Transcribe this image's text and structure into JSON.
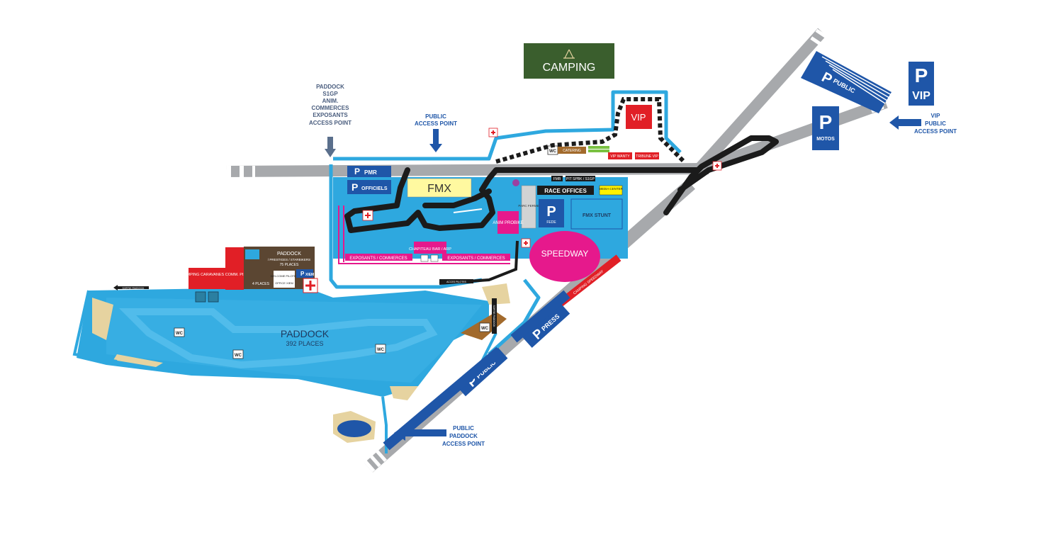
{
  "colors": {
    "road": "#a7a9ac",
    "water": "#2ea8df",
    "track": "#1b1b1b",
    "parking": "#1f56a8",
    "camping": "#3a5e2d",
    "vip": "#e11f26",
    "speedway": "#e6198c",
    "pink": "#e6198c",
    "sand": "#e6d3a0",
    "brown": "#a26a2c",
    "arrow": "#1f56a8"
  },
  "labels": {
    "camping": "CAMPING",
    "vip": "VIP",
    "fmx": "FMX",
    "speedway": "SPEEDWAY",
    "race_offices": "RACE OFFICES",
    "media_center": "MEDIA CENTER",
    "fmx_stunt": "FMX STUNT",
    "parc_ferme": "PARC FERME",
    "anim_probike": "ANIM PROBIKE",
    "chapiteau": "CHAPITEAU BAR / ARP",
    "exposants_left": "EXPOSANTS / COMMERCES",
    "exposants_right": "EXPOSANTS / COMMERCES",
    "acces_service": "ACCES SERVICE",
    "acces_pilotes": "ACCES PILOTES",
    "catering": "CATERING",
    "vip_wanty": "VIP WANTY",
    "tribune_vip": "TRIBUNE VIP",
    "fmb": "FMB",
    "pit": "PIT SPBK / S1GP",
    "paddock_main": "PADDOCK",
    "paddock_places": "392 PLACES",
    "paddock_box_title": "PADDOCK",
    "paddock_box_sub": "/ PRESTIGES / STARBIKERS",
    "paddock_box_places": "75 PLACES",
    "four_places": "4 PLACES",
    "welcome_pilotes": "WELCOME PILOTES",
    "office_xiem": "OFFICE XIEM",
    "xiem": "XIEM",
    "camping_caravanes": "CAMPING CARAVANES COMM. PISTE",
    "sortie_paddock": "SORTIE PADDOCK",
    "sortie_paddock_v": "SORTIE PADDOCK",
    "camping_speedway": "CAMPING SPEEDWAY",
    "wc": "WC",
    "p": "P",
    "pmr": "PMR",
    "officiels": "OFFICIELS",
    "fede": "FEDE",
    "public": "PUBLIC",
    "press": "PRESS",
    "motos": "MOTOS",
    "vip_parking": "VIP"
  },
  "access_points": {
    "paddock_s1gp": [
      "PADDOCK",
      "S1GP",
      "ANIM.",
      "COMMERCES",
      "EXPOSANTS",
      "ACCESS POINT"
    ],
    "public": [
      "PUBLIC",
      "ACCESS POINT"
    ],
    "vip_public": [
      "VIP",
      "PUBLIC",
      "ACCESS POINT"
    ],
    "public_paddock": [
      "PUBLIC",
      "PADDOCK",
      "ACCESS POINT"
    ]
  }
}
